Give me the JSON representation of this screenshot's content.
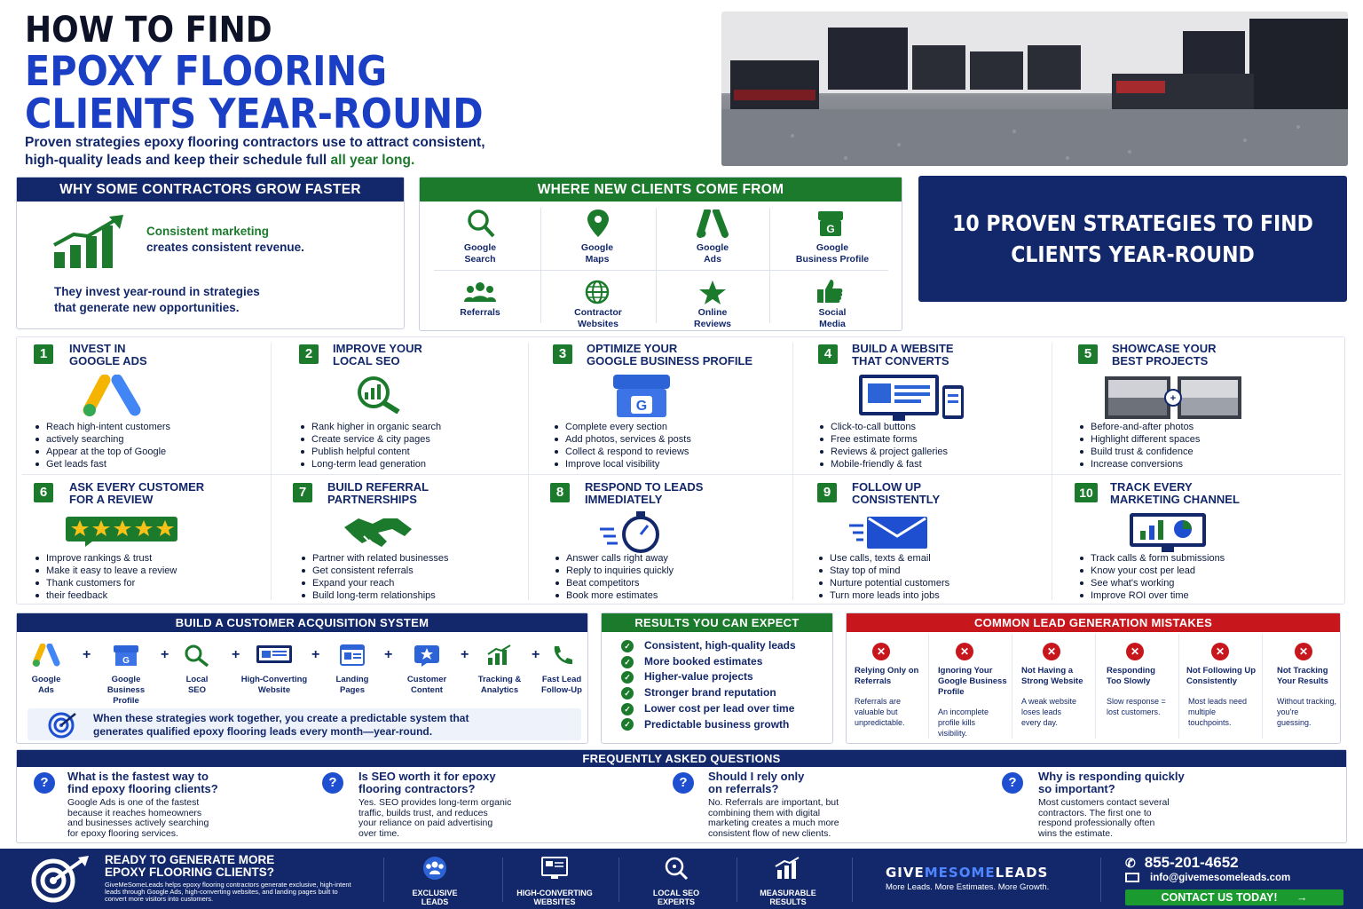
{
  "header": {
    "line1": "HOW TO FIND",
    "line2": "EPOXY FLOORING",
    "line3": "CLIENTS YEAR-ROUND",
    "subtitle_a": "Proven strategies epoxy flooring contractors use to attract consistent,",
    "subtitle_b": "high-quality leads and keep their schedule full ",
    "subtitle_highlight": "all year long."
  },
  "why": {
    "title": "WHY SOME CONTRACTORS GROW FASTER",
    "lead_a": "Consistent marketing",
    "lead_b": "creates consistent revenue.",
    "body_a": "They invest year-round in strategies",
    "body_b": "that generate new opportunities."
  },
  "sources": {
    "title": "WHERE NEW CLIENTS COME FROM",
    "items": [
      {
        "l1": "Google",
        "l2": "Search"
      },
      {
        "l1": "Google",
        "l2": "Maps"
      },
      {
        "l1": "Google",
        "l2": "Ads"
      },
      {
        "l1": "Google",
        "l2": "Business Profile"
      },
      {
        "l1": "Referrals",
        "l2": ""
      },
      {
        "l1": "Contractor",
        "l2": "Websites"
      },
      {
        "l1": "Online",
        "l2": "Reviews"
      },
      {
        "l1": "Social",
        "l2": "Media"
      }
    ]
  },
  "strategies_banner": {
    "l1": "10 PROVEN STRATEGIES TO FIND",
    "l2": "CLIENTS YEAR-ROUND"
  },
  "strategies": [
    {
      "n": "1",
      "t1": "INVEST IN",
      "t2": "GOOGLE ADS",
      "b": [
        "Reach high-intent customers",
        "actively searching",
        "Appear at the top of Google",
        "Get leads fast"
      ]
    },
    {
      "n": "2",
      "t1": "IMPROVE YOUR",
      "t2": "LOCAL SEO",
      "b": [
        "Rank higher in organic search",
        "Create service & city pages",
        "Publish helpful content",
        "Long-term lead generation"
      ]
    },
    {
      "n": "3",
      "t1": "OPTIMIZE YOUR",
      "t2": "GOOGLE BUSINESS PROFILE",
      "b": [
        "Complete every section",
        "Add photos, services & posts",
        "Collect & respond to reviews",
        "Improve local visibility"
      ]
    },
    {
      "n": "4",
      "t1": "BUILD A WEBSITE",
      "t2": "THAT CONVERTS",
      "b": [
        "Click-to-call buttons",
        "Free estimate forms",
        "Reviews & project galleries",
        "Mobile-friendly & fast"
      ]
    },
    {
      "n": "5",
      "t1": "SHOWCASE YOUR",
      "t2": "BEST PROJECTS",
      "b": [
        "Before-and-after photos",
        "Highlight different spaces",
        "Build trust & confidence",
        "Increase conversions"
      ]
    },
    {
      "n": "6",
      "t1": "ASK EVERY CUSTOMER",
      "t2": "FOR A REVIEW",
      "b": [
        "Improve rankings & trust",
        "Make it easy to leave a review",
        "Thank customers for",
        "their feedback"
      ]
    },
    {
      "n": "7",
      "t1": "BUILD REFERRAL",
      "t2": "PARTNERSHIPS",
      "b": [
        "Partner with related businesses",
        "Get consistent referrals",
        "Expand your reach",
        "Build long-term relationships"
      ]
    },
    {
      "n": "8",
      "t1": "RESPOND TO LEADS",
      "t2": "IMMEDIATELY",
      "b": [
        "Answer calls right away",
        "Reply to inquiries quickly",
        "Beat competitors",
        "Book more estimates"
      ]
    },
    {
      "n": "9",
      "t1": "FOLLOW UP",
      "t2": "CONSISTENTLY",
      "b": [
        "Use calls, texts & email",
        "Stay top of mind",
        "Nurture potential customers",
        "Turn more leads into jobs"
      ]
    },
    {
      "n": "10",
      "t1": "TRACK EVERY",
      "t2": "MARKETING CHANNEL",
      "b": [
        "Track calls & form submissions",
        "Know your cost per lead",
        "See what's working",
        "Improve ROI over time"
      ]
    }
  ],
  "acq": {
    "title": "BUILD A CUSTOMER ACQUISITION SYSTEM",
    "items": [
      {
        "l1": "Google",
        "l2": "Ads",
        "l3": ""
      },
      {
        "l1": "Google",
        "l2": "Business",
        "l3": "Profile"
      },
      {
        "l1": "Local",
        "l2": "SEO",
        "l3": ""
      },
      {
        "l1": "High-Converting",
        "l2": "Website",
        "l3": ""
      },
      {
        "l1": "Landing",
        "l2": "Pages",
        "l3": ""
      },
      {
        "l1": "Customer",
        "l2": "Content",
        "l3": ""
      },
      {
        "l1": "Tracking &",
        "l2": "Analytics",
        "l3": ""
      },
      {
        "l1": "Fast Lead",
        "l2": "Follow-Up",
        "l3": ""
      }
    ],
    "plus": "+",
    "note_a": "When these strategies work together, you create a predictable system that",
    "note_b": "generates qualified epoxy flooring leads every month—year-round."
  },
  "results": {
    "title": "RESULTS YOU CAN EXPECT",
    "items": [
      "Consistent, high-quality leads",
      "More booked estimates",
      "Higher-value projects",
      "Stronger brand reputation",
      "Lower cost per lead over time",
      "Predictable business growth"
    ]
  },
  "mistakes": {
    "title": "COMMON LEAD GENERATION MISTAKES",
    "items": [
      {
        "t": [
          "Relying Only on",
          "Referrals"
        ],
        "d": [
          "Referrals are",
          "valuable but",
          "unpredictable."
        ]
      },
      {
        "t": [
          "Ignoring Your",
          "Google Business",
          "Profile"
        ],
        "d": [
          "An incomplete",
          "profile kills",
          "visibility."
        ]
      },
      {
        "t": [
          "Not Having a",
          "Strong Website"
        ],
        "d": [
          "A weak website",
          "loses leads",
          "every day."
        ]
      },
      {
        "t": [
          "Responding",
          "Too Slowly"
        ],
        "d": [
          "Slow response =",
          "lost customers."
        ]
      },
      {
        "t": [
          "Not Following Up",
          "Consistently"
        ],
        "d": [
          "Most leads need",
          "multiple",
          "touchpoints."
        ]
      },
      {
        "t": [
          "Not Tracking",
          "Your Results"
        ],
        "d": [
          "Without tracking,",
          "you're",
          "guessing."
        ]
      }
    ]
  },
  "faq": {
    "title": "FREQUENTLY ASKED QUESTIONS",
    "items": [
      {
        "q": [
          "What is the fastest way to",
          "find epoxy flooring clients?"
        ],
        "a": [
          "Google Ads is one of the fastest",
          "because it reaches homeowners",
          "and businesses actively searching",
          "for epoxy flooring services."
        ]
      },
      {
        "q": [
          "Is SEO worth it for epoxy",
          "flooring contractors?"
        ],
        "a": [
          "Yes. SEO provides long-term organic",
          "traffic, builds trust, and reduces",
          "your reliance on paid advertising",
          "over time."
        ]
      },
      {
        "q": [
          "Should I rely only",
          "on referrals?"
        ],
        "a": [
          "No. Referrals are important, but",
          "combining them with digital",
          "marketing creates a much more",
          "consistent flow of new clients."
        ]
      },
      {
        "q": [
          "Why is responding quickly",
          "so important?"
        ],
        "a": [
          "Most customers contact several",
          "contractors. The first one to",
          "respond professionally often",
          "wins the estimate."
        ]
      }
    ]
  },
  "footer": {
    "cta_l1": "READY TO GENERATE MORE",
    "cta_l2": "EPOXY FLOORING CLIENTS?",
    "cta_small": "GiveMeSomeLeads helps epoxy flooring contractors generate exclusive, high-intent leads through Google Ads, high-converting websites, and landing pages built to convert more visitors into customers.",
    "features": [
      {
        "l1": "EXCLUSIVE",
        "l2": "LEADS"
      },
      {
        "l1": "HIGH-CONVERTING",
        "l2": "WEBSITES"
      },
      {
        "l1": "LOCAL SEO",
        "l2": "EXPERTS"
      },
      {
        "l1": "MEASURABLE",
        "l2": "RESULTS"
      }
    ],
    "brand_a": "GIVE",
    "brand_b": "MESOME",
    "brand_c": "LEADS",
    "tagline": "More Leads. More Estimates. More Growth.",
    "phone": "855-201-4652",
    "email": "info@givemesomeleads.com",
    "contact_btn": "CONTACT US TODAY!",
    "arrow": "→"
  },
  "colors": {
    "navy": "#13286b",
    "green": "#1b7a2c",
    "red": "#c8161d",
    "blue": "#1d4fd0"
  }
}
